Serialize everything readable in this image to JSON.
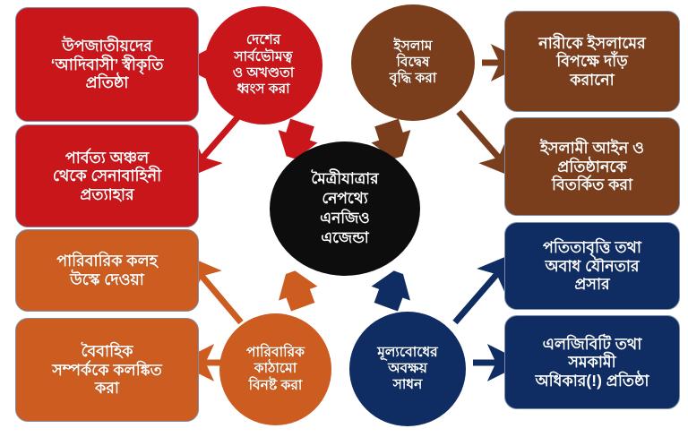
{
  "diagram": {
    "title": "মৈত্রীযাত্রার নেপথ্যে এনজিও এজেন্ডা",
    "type": "radial-agenda-diagram",
    "center": {
      "label": "মৈত্রীযাত্রার\nনেপথ্যে\nএনজিও\nএজেন্ডা",
      "color": "#0d0d0d",
      "text_color": "#ffffff"
    },
    "colors": {
      "red": "#c9161b",
      "brown": "#7a3e1d",
      "orange": "#cc5c1f",
      "navy": "#0f2d63",
      "black": "#0d0d0d",
      "background": "#ffffff",
      "box_border": "#7b8da8"
    },
    "branches": [
      {
        "id": "sovereignty",
        "color_key": "red",
        "hub": {
          "label": "দেশের\nসার্বভৌমত্ব\nও অখণ্ডতা\nধ্বংস করা"
        },
        "targets": [
          {
            "label": "উপজাতীয়দের\n‘আদিবাসী’ স্বীকৃতি\nপ্রতিষ্ঠা"
          },
          {
            "label": "পার্বত্য অঞ্চল\nথেকে সেনাবাহিনী\nপ্রত্যাহার"
          }
        ]
      },
      {
        "id": "islamophobia",
        "color_key": "brown",
        "hub": {
          "label": "ইসলাম\nবিদ্বেষ\nবৃদ্ধি করা"
        },
        "targets": [
          {
            "label": "নারীকে ইসলামের\nবিপক্ষে দাঁড়\nকরানো"
          },
          {
            "label": "ইসলামী আইন ও\nপ্রতিষ্ঠানকে\nবিতর্কিত করা"
          }
        ]
      },
      {
        "id": "family",
        "color_key": "orange",
        "hub": {
          "label": "পারিবারিক\nকাঠামো\nবিনষ্ট করা"
        },
        "targets": [
          {
            "label": "পারিবারিক কলহ\nউস্কে দেওয়া"
          },
          {
            "label": "বৈবাহিক\nসম্পর্ককে কলঙ্কিত\nকরা"
          }
        ]
      },
      {
        "id": "values",
        "color_key": "navy",
        "hub": {
          "label": "মূল্যবোধের\nঅবক্ষয়\nসাধন"
        },
        "targets": [
          {
            "label": "পতিতাবৃত্তি তথা\nঅবাধ যৌনতার\nপ্রসার"
          },
          {
            "label": "এলজিবিটি তথা\nসমকামী\nঅধিকার(!) প্রতিষ্ঠা"
          }
        ]
      }
    ],
    "connectors": [
      {
        "id": "center-to-red",
        "kind": "block-arrow",
        "from": "center",
        "to": "sovereignty",
        "color_key": "red"
      },
      {
        "id": "center-to-brown",
        "kind": "block-arrow",
        "from": "center",
        "to": "islamophobia",
        "color_key": "brown"
      },
      {
        "id": "center-to-orange",
        "kind": "block-arrow",
        "from": "center",
        "to": "family",
        "color_key": "orange"
      },
      {
        "id": "center-to-navy",
        "kind": "block-arrow",
        "from": "center",
        "to": "values",
        "color_key": "navy"
      },
      {
        "id": "red-to-box1",
        "kind": "line-arrow",
        "from": "sovereignty",
        "to": "উপজাতীয়দের ‘আদিবাসী’ স্বীকৃতি প্রতিষ্ঠা",
        "color_key": "red"
      },
      {
        "id": "red-to-box2",
        "kind": "line-arrow",
        "from": "sovereignty",
        "to": "পার্বত্য অঞ্চল থেকে সেনাবাহিনী প্রত্যাহার",
        "color_key": "red"
      },
      {
        "id": "brown-to-box1",
        "kind": "line-arrow",
        "from": "islamophobia",
        "to": "নারীকে ইসলামের বিপক্ষে দাঁড় করানো",
        "color_key": "brown"
      },
      {
        "id": "brown-to-box2",
        "kind": "line-arrow",
        "from": "islamophobia",
        "to": "ইসলামী আইন ও প্রতিষ্ঠানকে বিতর্কিত করা",
        "color_key": "brown"
      },
      {
        "id": "orange-to-box1",
        "kind": "line-arrow",
        "from": "family",
        "to": "পারিবারিক কলহ উস্কে দেওয়া",
        "color_key": "orange"
      },
      {
        "id": "orange-to-box2",
        "kind": "line-arrow",
        "from": "family",
        "to": "বৈবাহিক সম্পর্ককে কলঙ্কিত করা",
        "color_key": "orange"
      },
      {
        "id": "navy-to-box1",
        "kind": "line-arrow",
        "from": "values",
        "to": "পতিতাবৃত্তি তথা অবাধ যৌনতার প্রসার",
        "color_key": "navy"
      },
      {
        "id": "navy-to-box2",
        "kind": "line-arrow",
        "from": "values",
        "to": "এলজিবিটি তথা সমকামী অধিকার(!) প্রতিষ্ঠা",
        "color_key": "navy"
      }
    ]
  }
}
